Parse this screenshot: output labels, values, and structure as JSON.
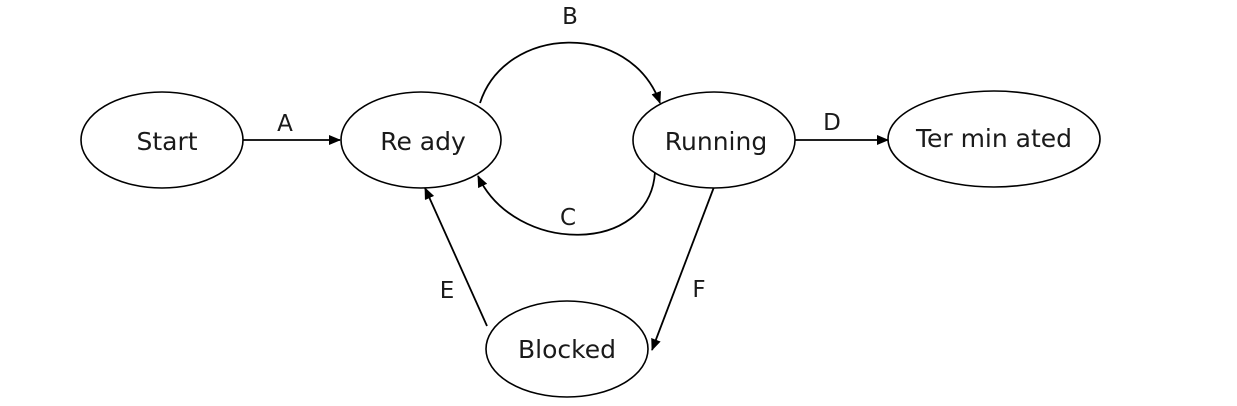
{
  "diagram": {
    "nodes": {
      "start": "Start",
      "ready": "Re ady",
      "running": "Running",
      "terminated": "Ter min ated",
      "blocked": "Blocked"
    },
    "edges": {
      "a": "A",
      "b": "B",
      "c": "C",
      "d": "D",
      "e": "E",
      "f": "F"
    },
    "colors": {
      "stroke": "#000000",
      "text": "#1a1a1a",
      "background": "#ffffff"
    }
  }
}
